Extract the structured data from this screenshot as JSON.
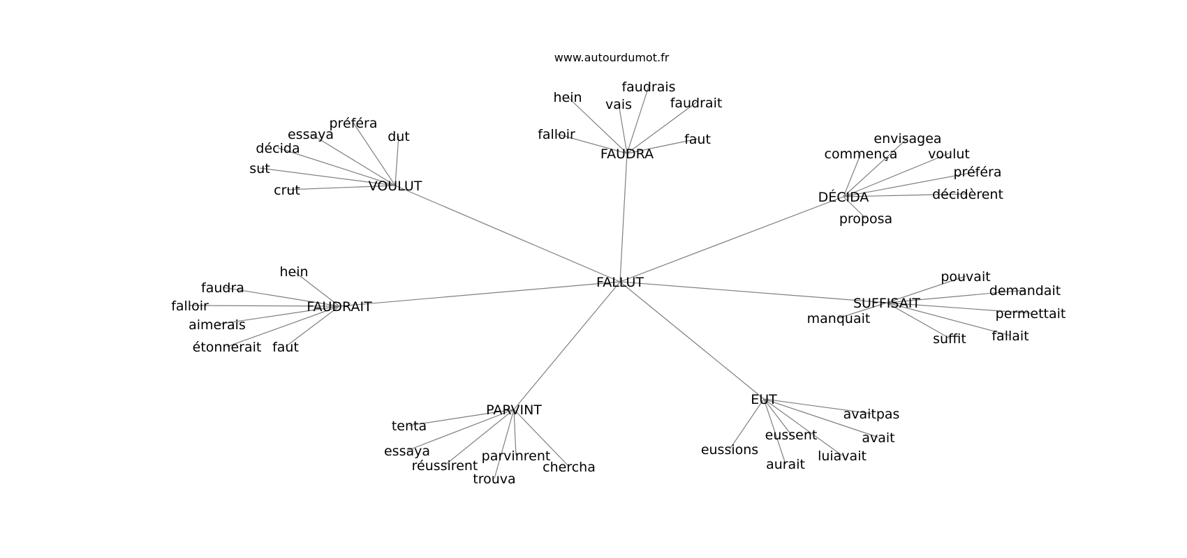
{
  "source": "www.autourdumot.fr",
  "center": "FALLUT",
  "clusters": [
    {
      "word": "VOULUT",
      "neighbors": [
        "préféra",
        "essaya",
        "décida",
        "dut",
        "sut",
        "crut"
      ]
    },
    {
      "word": "FAUDRA",
      "neighbors": [
        "hein",
        "faudrais",
        "vais",
        "faudrait",
        "falloir",
        "faut"
      ]
    },
    {
      "word": "DÉCIDA",
      "neighbors": [
        "envisagea",
        "commença",
        "voulut",
        "préféra",
        "décidèrent",
        "proposa"
      ]
    },
    {
      "word": "FAUDRAIT",
      "neighbors": [
        "hein",
        "faudra",
        "falloir",
        "aimerais",
        "étonnerait",
        "faut"
      ]
    },
    {
      "word": "SUFFISAIT",
      "neighbors": [
        "pouvait",
        "demandait",
        "manquait",
        "permettait",
        "suffit",
        "fallait"
      ]
    },
    {
      "word": "PARVINT",
      "neighbors": [
        "tenta",
        "essaya",
        "réussirent",
        "parvinrent",
        "trouva",
        "chercha"
      ]
    },
    {
      "word": "EUT",
      "neighbors": [
        "avaitpas",
        "eussent",
        "avait",
        "eussions",
        "luiavait",
        "aurait"
      ]
    }
  ]
}
